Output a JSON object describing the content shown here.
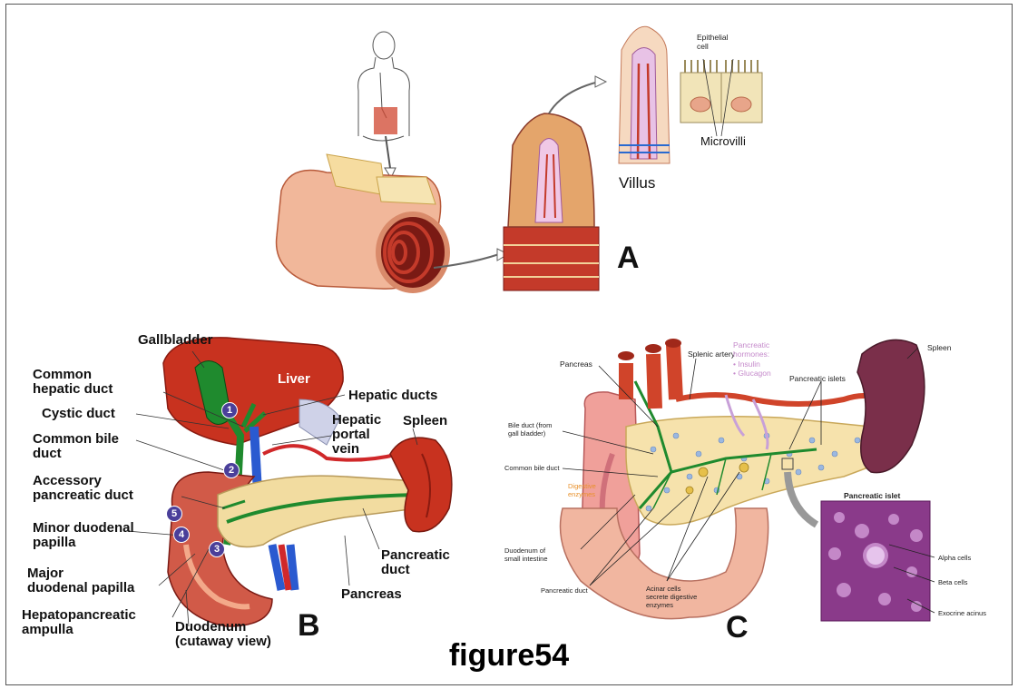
{
  "figure_title": "figure54",
  "panel_a": {
    "letter": "A",
    "labels": {
      "epithelial_cell": "Epithelial\ncell",
      "microvilli": "Microvilli",
      "villus": "Villus"
    }
  },
  "panel_b": {
    "letter": "B",
    "labels": {
      "gallbladder": "Gallbladder",
      "common_hepatic_duct": "Common\nhepatic duct",
      "liver": "Liver",
      "hepatic_ducts": "Hepatic ducts",
      "cystic_duct": "Cystic duct",
      "hepatic_portal_vein": "Hepatic\nportal\nvein",
      "common_bile_duct": "Common bile\nduct",
      "spleen": "Spleen",
      "accessory_pancreatic_duct": "Accessory\npancreatic duct",
      "minor_duodenal_papilla": "Minor duodenal\npapilla",
      "major_duodenal_papilla": "Major\nduodenal papilla",
      "pancreatic_duct": "Pancreatic\nduct",
      "pancreas": "Pancreas",
      "hepatopancreatic_ampulla": "Hepatopancreatic\nampulla",
      "duodenum": "Duodenum\n(cutaway view)"
    },
    "markers": [
      "1",
      "2",
      "3",
      "4",
      "5"
    ]
  },
  "panel_c": {
    "letter": "C",
    "labels": {
      "splenic_artery": "Splenic artery",
      "pancreatic_hormones": "Pancreatic\nhormones:",
      "insulin": "• Insulin",
      "glucagon": "• Glucagon",
      "spleen": "Spleen",
      "pancreas": "Pancreas",
      "pancreatic_islets": "Pancreatic islets",
      "bile_duct": "Bile duct (from\ngall bladder)",
      "common_bile_duct": "Common bile duct",
      "digestive_enzymes": "Digestive\nenzymes",
      "duodenum_small_intestine": "Duodenum of\nsmall intestine",
      "pancreatic_duct": "Pancreatic duct",
      "acinar_cells": "Acinar cells\nsecrete digestive\nenzymes",
      "pancreatic_islet": "Pancreatic islet",
      "alpha_cells": "Alpha cells",
      "beta_cells": "Beta cells",
      "exocrine_acinus": "Exocrine acinus"
    }
  },
  "colors": {
    "tissue_pink": "#f1b79a",
    "intestine_red": "#c43a2a",
    "liver_red": "#c8321f",
    "bile_green": "#1f8a2e",
    "pancreas_yellow": "#f2dca0",
    "spleen_purple": "#7a2f4a",
    "histology_purple": "#8a3a8a",
    "marker_purple": "#4a3f9a"
  }
}
